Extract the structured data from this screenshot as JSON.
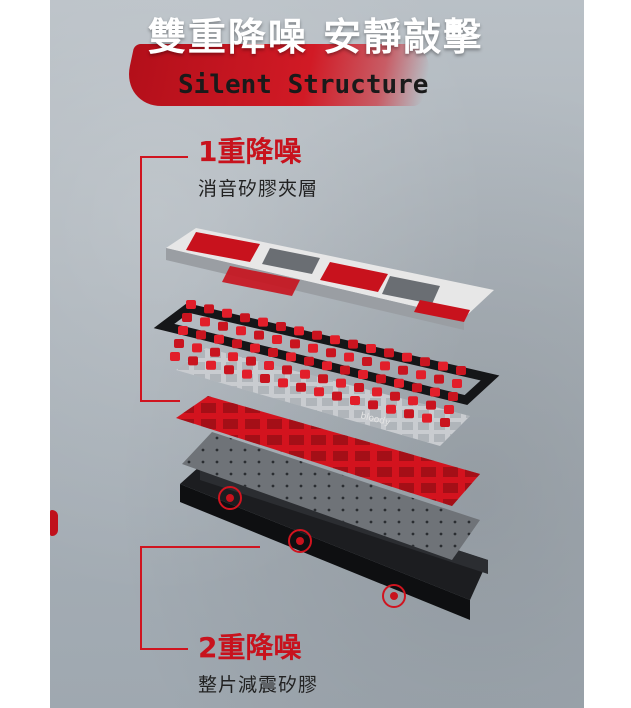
{
  "title": "雙重降噪 安靜敲擊",
  "subtitle": "Silent Structure",
  "layer1": {
    "heading": "1重降噪",
    "description": "消音矽膠夾層"
  },
  "layer2": {
    "heading": "2重降噪",
    "description": "整片減震矽膠"
  },
  "brand": "bloody",
  "colors": {
    "accent": "#c8121d",
    "panel": "#aab2b9"
  }
}
